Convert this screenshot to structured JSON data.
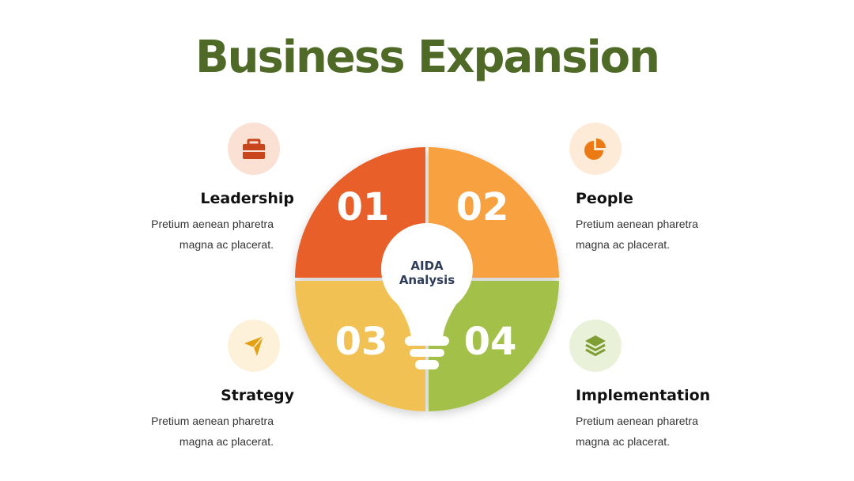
{
  "title": "Business Expansion",
  "center": {
    "line1": "AIDA",
    "line2": "Analysis"
  },
  "items": [
    {
      "number": "01",
      "heading": "Leadership",
      "desc_line1": "Pretium aenean pharetra",
      "desc_line2": "magna ac placerat.",
      "color": "#e95f2a",
      "icon": "briefcase-icon",
      "icon_bg": "#fbe0d4",
      "icon_color": "#c9461d"
    },
    {
      "number": "02",
      "heading": "People",
      "desc_line1": "Pretium aenean pharetra",
      "desc_line2": "magna ac placerat.",
      "color": "#f7a140",
      "icon": "pie-chart-icon",
      "icon_bg": "#fdebd7",
      "icon_color": "#ec7a14"
    },
    {
      "number": "03",
      "heading": "Strategy",
      "desc_line1": "Pretium aenean pharetra",
      "desc_line2": "magna ac placerat.",
      "color": "#f2c152",
      "icon": "send-arrow-icon",
      "icon_bg": "#fdf1d9",
      "icon_color": "#e3a015"
    },
    {
      "number": "04",
      "heading": "Implementation",
      "desc_line1": "Pretium aenean pharetra",
      "desc_line2": "magna ac placerat.",
      "color": "#a3c14a",
      "icon": "layers-icon",
      "icon_bg": "#e9f1d9",
      "icon_color": "#7f9e34"
    }
  ],
  "colors": {
    "title": "#4e6a26",
    "center_text": "#2f3d59"
  }
}
